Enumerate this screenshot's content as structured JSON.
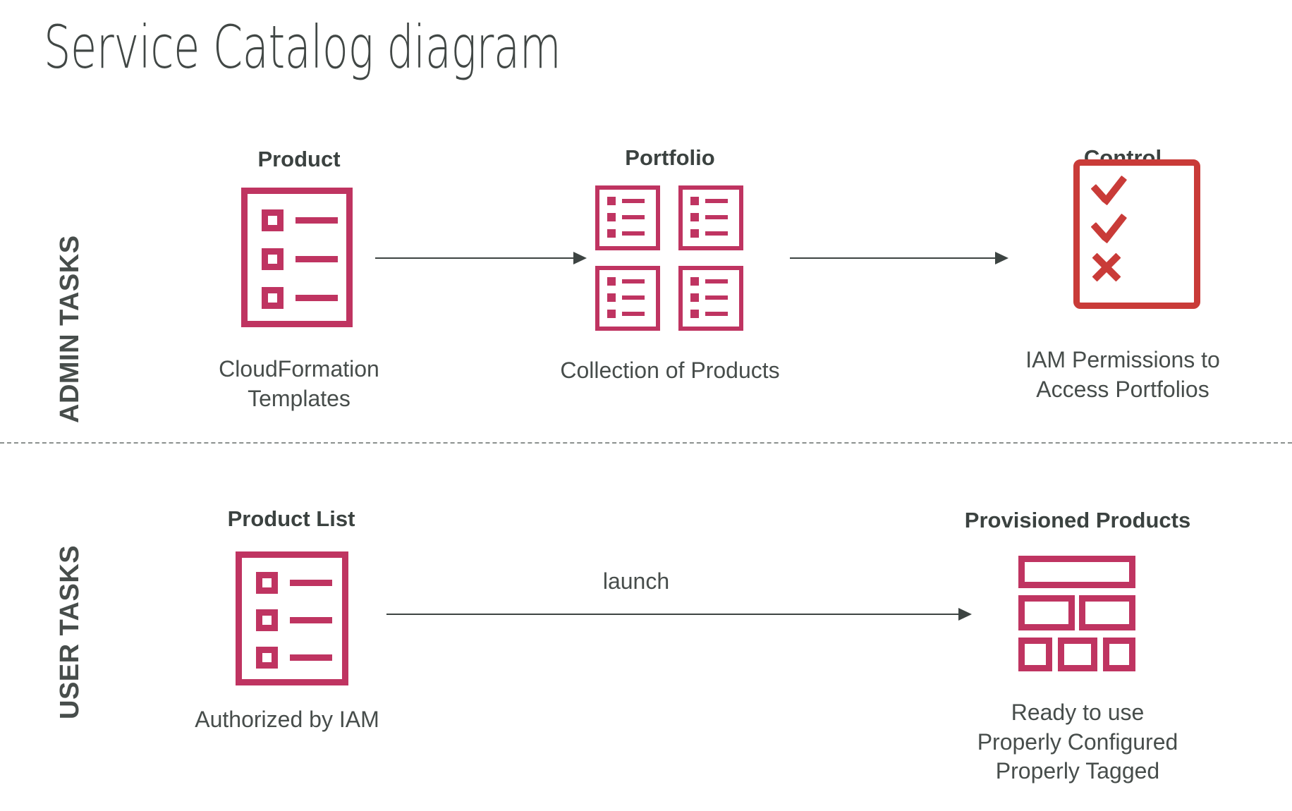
{
  "title": "Service Catalog diagram",
  "theme": {
    "accent_pink": "#bf3461",
    "accent_red": "#c93b38",
    "text_dark": "#414745",
    "divider": "#8b908e",
    "background": "#ffffff"
  },
  "lanes": [
    {
      "id": "admin",
      "label": "ADMIN TASKS"
    },
    {
      "id": "user",
      "label": "USER TASKS"
    }
  ],
  "admin": {
    "nodes": [
      {
        "id": "product",
        "heading": "Product",
        "caption_line1": "CloudFormation",
        "caption_line2": "Templates",
        "icon": "product-checklist-icon",
        "color": "#bf3461"
      },
      {
        "id": "portfolio",
        "heading": "Portfolio",
        "caption_line1": "Collection of Products",
        "caption_line2": "",
        "icon": "portfolio-grid-icon",
        "color": "#bf3461"
      },
      {
        "id": "control",
        "heading": "Control",
        "caption_line1": "IAM Permissions to",
        "caption_line2": "Access Portfolios",
        "icon": "control-checkmarks-icon",
        "color": "#c93b38",
        "marks": [
          "check",
          "check",
          "cross"
        ]
      }
    ],
    "arrows": [
      {
        "id": "product-to-portfolio",
        "label": ""
      },
      {
        "id": "portfolio-to-control",
        "label": ""
      }
    ]
  },
  "user": {
    "nodes": [
      {
        "id": "product-list",
        "heading": "Product List",
        "caption_line1": "Authorized by IAM",
        "caption_line2": "",
        "caption_line3": "",
        "icon": "product-list-checklist-icon",
        "color": "#bf3461"
      },
      {
        "id": "provisioned-products",
        "heading": "Provisioned Products",
        "caption_line1": "Ready to use",
        "caption_line2": "Properly Configured",
        "caption_line3": "Properly Tagged",
        "icon": "provisioned-products-blocks-icon",
        "color": "#bf3461"
      }
    ],
    "arrows": [
      {
        "id": "launch-arrow",
        "label": "launch"
      }
    ]
  }
}
